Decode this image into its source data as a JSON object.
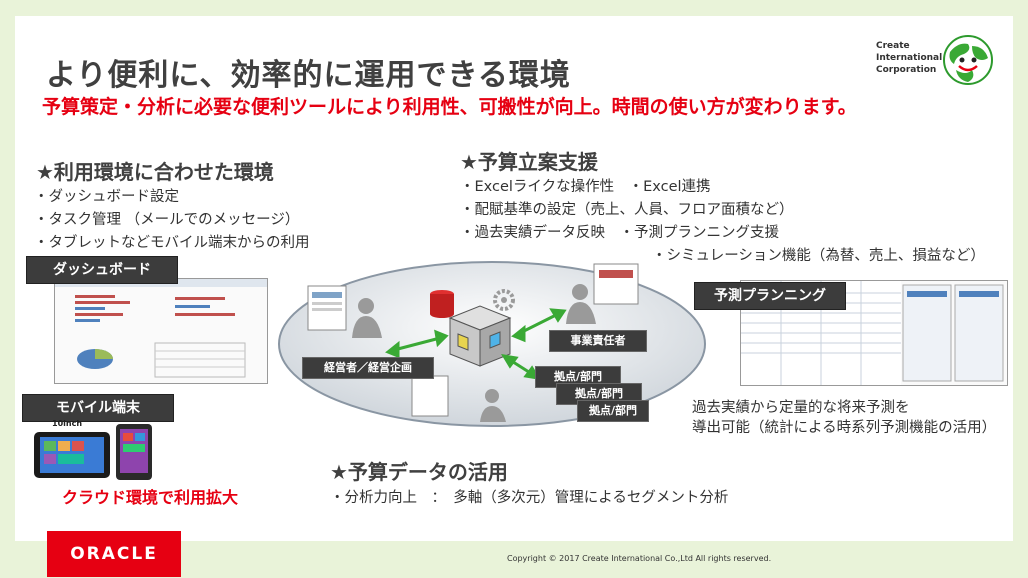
{
  "header": {
    "title": "より便利に、効率的に運用できる環境",
    "subtitle": "予算策定・分析に必要な便利ツールにより利用性、可搬性が向上。時間の使い方が変わります。",
    "company": [
      "Create",
      "International",
      "Corporation"
    ]
  },
  "sections": {
    "env": {
      "heading": "★利用環境に合わせた環境",
      "items": [
        "・ダッシュボード設定",
        "・タスク管理 （メールでのメッセージ）",
        "・タブレットなどモバイル端末からの利用"
      ]
    },
    "budget": {
      "heading": "★予算立案支援",
      "items": [
        "・Excelライクな操作性　・Excel連携",
        "・配賦基準の設定（売上、人員、フロア面積など）",
        "・過去実績データ反映　・予測プランニング支援",
        "・シミュレーション機能（為替、売上、損益など）"
      ]
    },
    "usage": {
      "heading": "★予算データの活用",
      "items": [
        "・分析力向上　：　多軸（多次元）管理によるセグメント分析"
      ]
    }
  },
  "labels": {
    "dashboard": "ダッシュボード",
    "mobile": "モバイル端末",
    "forecast": "予測プランニング",
    "tablet_size": "10inch",
    "cloud": "クラウド環境で利用拡大",
    "forecast_desc": [
      "過去実績から定量的な将来予測を",
      "導出可能（統計による時系列予測機能の活用）"
    ]
  },
  "diagram": {
    "exec": "経営者／経営企画",
    "business": "事業責任者",
    "branches": [
      "拠点/部門",
      "拠点/部門",
      "拠点/部門"
    ]
  },
  "footer": {
    "brand": "ORACLE",
    "copyright": "Copyright © 2017 Create International Co.,Ltd  All rights reserved."
  },
  "colors": {
    "accent": "#e60012",
    "dark": "#3c3c3c",
    "arrow": "#3aa935",
    "bg": "#e9f3d9"
  }
}
